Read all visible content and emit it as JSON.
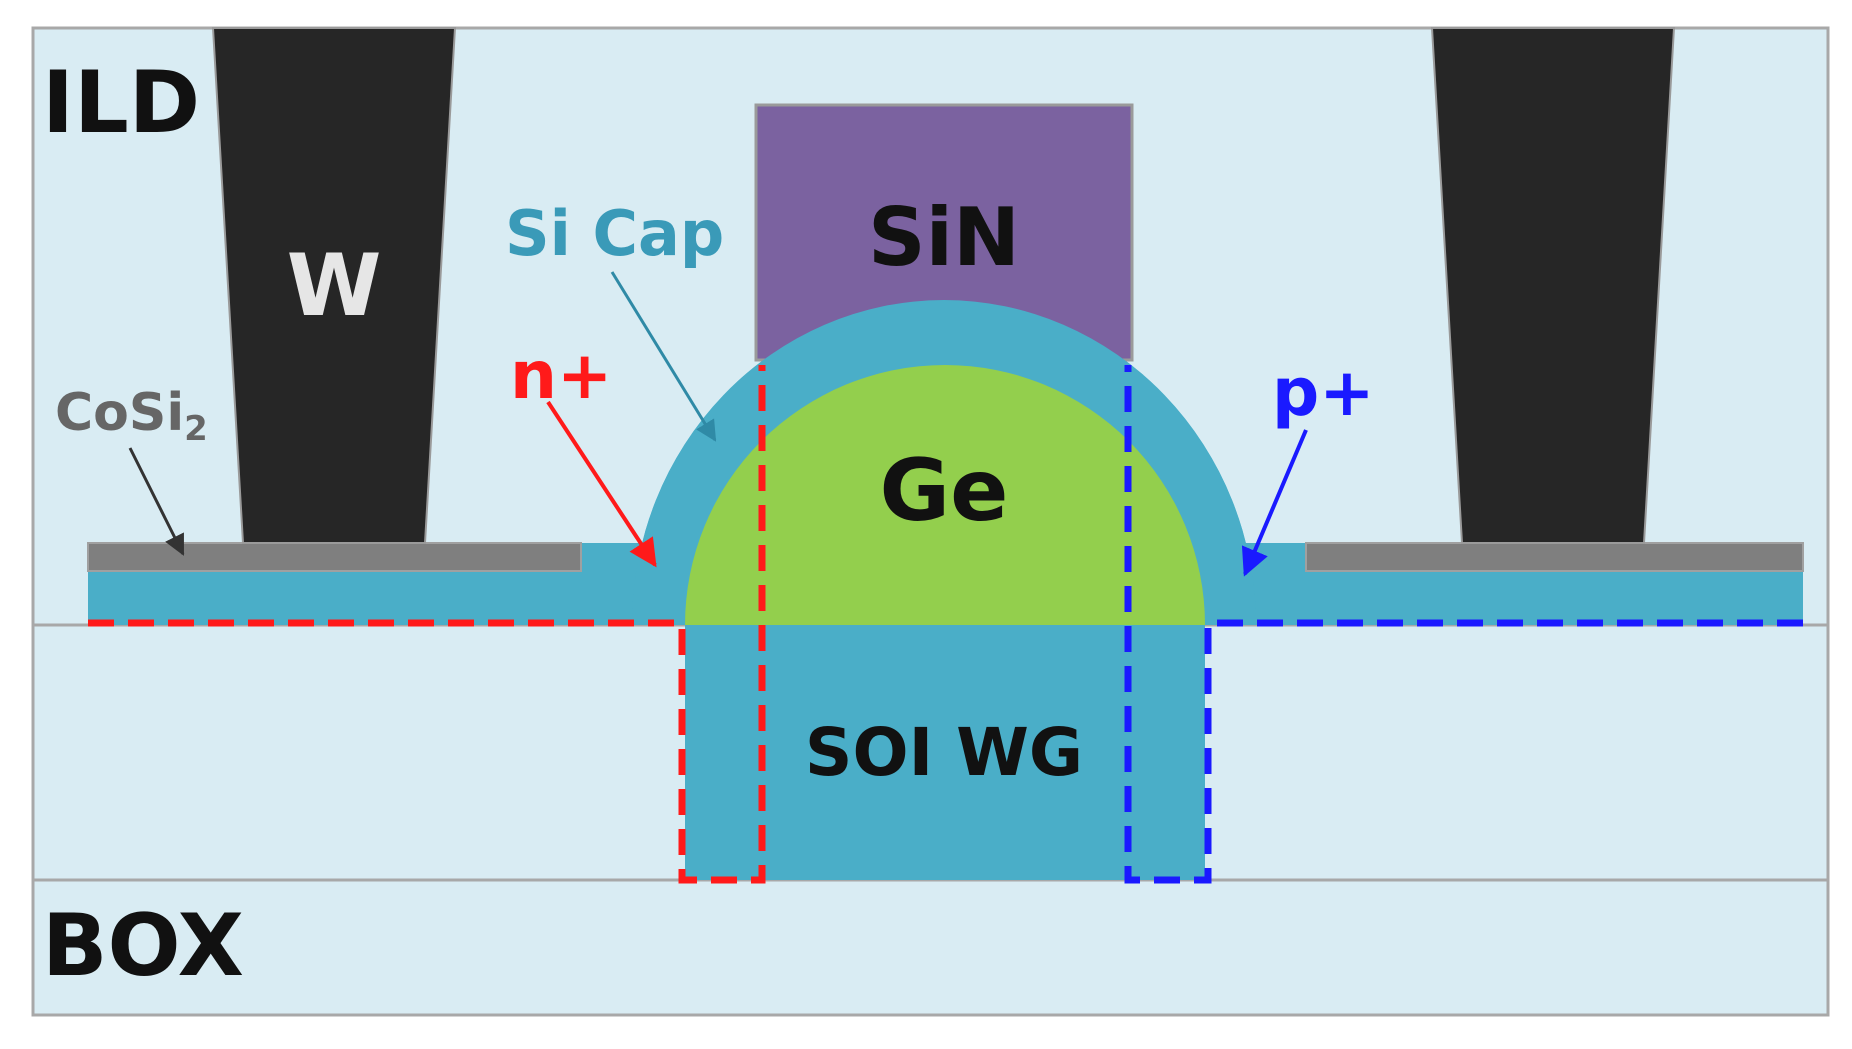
{
  "labels": {
    "ild": "ILD",
    "box": "BOX",
    "w": "W",
    "sin": "SiN",
    "si_cap": "Si Cap",
    "cosi2": "CoSi",
    "cosi2_subscript": "2",
    "n_plus": "n+",
    "p_plus": "p+",
    "ge": "Ge",
    "soi_wg": "SOI WG"
  },
  "colors": {
    "ild_background": "#d9ecf3",
    "box_background": "#d9ecf3",
    "border": "#a8a8a8",
    "tungsten": "#262626",
    "silicon_nitride": "#7b62a0",
    "silicon_cap": "#4aaec8",
    "silicide": "#7f7f7f",
    "germanium": "#93cf4d",
    "soi_waveguide": "#4aaec8",
    "n_plus_region": "#ff1a1a",
    "p_plus_region": "#1a1aff",
    "si_cap_label": "#3a9ab8",
    "cosi2_label": "#666666",
    "ild_label": "#111111",
    "w_label": "#e6e6e6"
  }
}
